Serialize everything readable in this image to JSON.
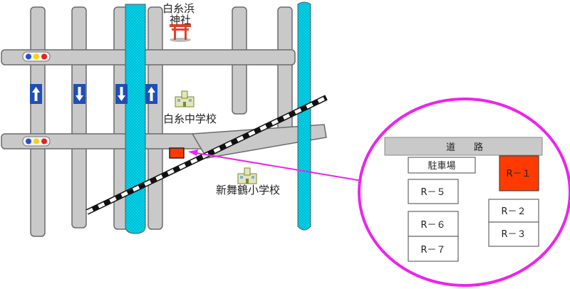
{
  "labels": {
    "shrine": "白糸浜\n神社",
    "middle_school": "白糸中学校",
    "elementary_school": "新舞鶴小学校",
    "road": "道　　路",
    "parking": "駐車場"
  },
  "lots": {
    "r1": "R－１",
    "r2": "R－２",
    "r3": "R－３",
    "r5": "R－５",
    "r6": "R－６",
    "r7": "R－７"
  },
  "colors": {
    "road_fill": "#c9c9c9",
    "river": "#00cfe8",
    "highlight": "#ff3a00",
    "callout": "#ee22ee",
    "sign": "#1e4fb4"
  },
  "icons": {
    "torii": "torii-icon",
    "school": "school-icon",
    "signal": "traffic-signal-icon",
    "one_way_up": "arrow-up-icon",
    "one_way_down": "arrow-down-icon"
  }
}
